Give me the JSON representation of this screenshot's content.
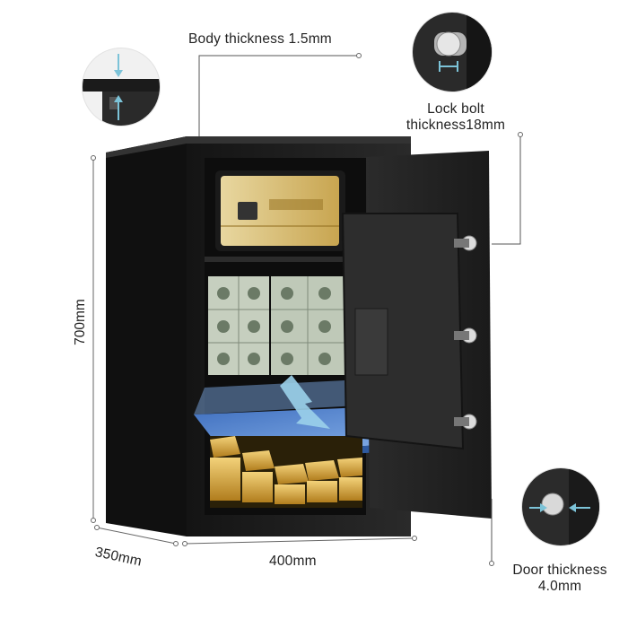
{
  "labels": {
    "body_thickness": "Body thickness 1.5mm",
    "lock_bolt_line1": "Lock bolt",
    "lock_bolt_line2": "thickness18mm",
    "height": "700mm",
    "depth": "350mm",
    "width": "400mm",
    "door_thickness_line1": "Door thickness",
    "door_thickness_line2": "4.0mm"
  },
  "colors": {
    "safe_body": "#1d1d1d",
    "door": "#242424",
    "tray": "#5b8fd6",
    "gold": "#d8a63a",
    "money": "#c9d2c0",
    "arrow": "#7cc3d8"
  },
  "icons": [
    "thickness-arrows-icon",
    "lock-bolt-icon",
    "door-thickness-arrows-icon",
    "down-arrow-icon"
  ]
}
